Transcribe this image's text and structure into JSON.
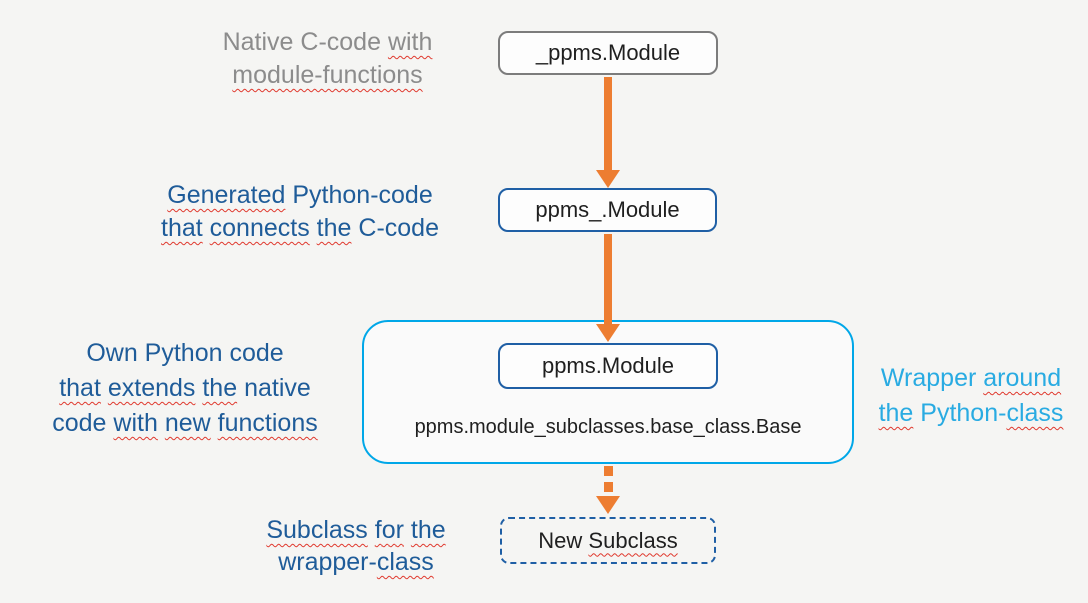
{
  "colors": {
    "bg": "#F5F5F3",
    "gray-text": "#8C8C8C",
    "gray-border": "#7C7C7C",
    "blue-dark": "#1F5FA5",
    "blue-text": "#1F5C99",
    "cyan": "#00A7E8",
    "cyan-text": "#29ABE2",
    "orange": "#ED7D31",
    "squiggle": "#E0392E",
    "box-text": "#1F1F1F",
    "box-bg": "#FDFDFD",
    "bigbox-bg": "#FAFAFA"
  },
  "labels": {
    "sp": " ",
    "native": {
      "line1": {
        "w1": "Native C-code ",
        "w2": "with"
      },
      "line2": {
        "w1": "module-functions"
      }
    },
    "generated": {
      "line1": {
        "w1": "Generated",
        "w2": "Python-code"
      },
      "line2": {
        "w1": "that",
        "w2": "connects",
        "w3": "the",
        "w4": "C-code"
      }
    },
    "own": {
      "line1": {
        "w1": "Own Python code"
      },
      "line2": {
        "w1": "that",
        "w2": "extends",
        "w3": "the",
        "w4": "native"
      },
      "line3": {
        "w1": "code ",
        "w2": "with",
        "w3": "new",
        "w4": "functions"
      }
    },
    "wrapper": {
      "line1": {
        "w1": "Wrapper ",
        "w2": "around"
      },
      "line2": {
        "w1": "the",
        "w2": "Python-",
        "w3": "class"
      }
    },
    "subclass": {
      "line1": {
        "w1": "Subclass",
        "w2": "for",
        "w3": "the"
      },
      "line2": {
        "w1": "wrapper-",
        "w2": "class"
      }
    }
  },
  "nodes": {
    "c_module": "_ppms.Module",
    "py_module": "ppms_.Module",
    "wrapper_module": "ppms.Module",
    "base_class": "ppms.module_subclasses.base_class.Base",
    "new_subclass": {
      "w1": "New ",
      "w2": "Subclass"
    }
  }
}
